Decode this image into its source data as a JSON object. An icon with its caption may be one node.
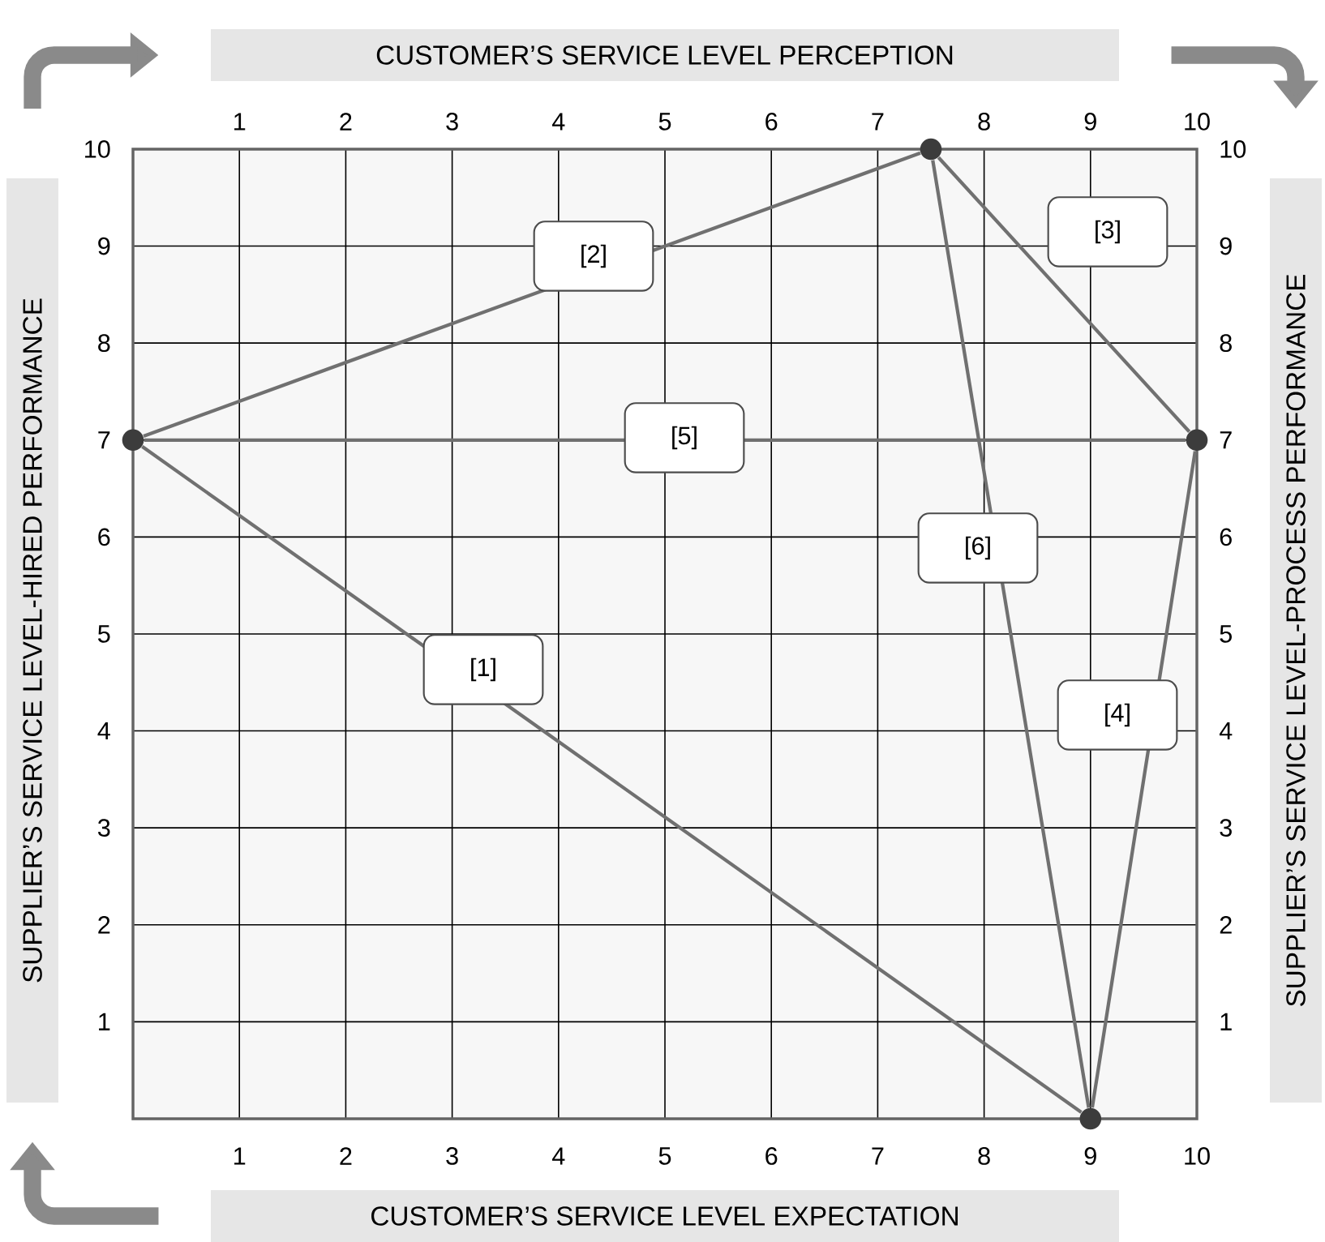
{
  "diagram": {
    "nodes": [
      {
        "text": [
          "CUSTOMER’S SERVICE LEVEL PERCEPTION"
        ]
      },
      {
        "text": [
          "SUPPLIER’S SERVICE LEVEL-HIRED PERFORMANCE"
        ]
      },
      {
        "text": [
          "SUPPLIER’S SERVICE LEVEL-PROCESS PERFORMANCE"
        ]
      },
      {
        "text": [
          "CUSTOMER’S SERVICE LEVEL EXPECTATION"
        ]
      },
      {
        "text": [],
        "shape": "circle"
      },
      {
        "text": [],
        "shape": "circle"
      },
      {
        "text": [],
        "shape": "circle"
      },
      {
        "text": [],
        "shape": "circle"
      }
    ],
    "edges": [
      {
        "from": 5,
        "to": 7,
        "arrow": "none",
        "label": "[1]"
      },
      {
        "from": 5,
        "to": 4,
        "arrow": "none",
        "label": "[2]"
      },
      {
        "from": 4,
        "to": 6,
        "arrow": "none",
        "label": "[3]"
      },
      {
        "from": 6,
        "to": 7,
        "arrow": "none",
        "label": "[4]"
      },
      {
        "from": 5,
        "to": 6,
        "arrow": "none",
        "label": "[5]"
      },
      {
        "from": 4,
        "to": 7,
        "arrow": "none",
        "label": "[6]"
      },
      {
        "from": 1,
        "to": 0,
        "arrow": "to",
        "style": "thick"
      },
      {
        "from": 0,
        "to": 2,
        "arrow": "to",
        "style": "thick"
      },
      {
        "from": 3,
        "to": 1,
        "arrow": "to",
        "style": "thick"
      }
    ],
    "labels": [
      "1",
      "2",
      "3",
      "4",
      "5",
      "6",
      "7",
      "8",
      "9",
      "10",
      "10",
      "9",
      "8",
      "7",
      "6",
      "5",
      "4",
      "3",
      "2",
      "1",
      "10",
      "9",
      "8",
      "7",
      "6",
      "5",
      "4",
      "3",
      "2",
      "1",
      "1",
      "2",
      "3",
      "4",
      "5",
      "6",
      "7",
      "8",
      "9",
      "10"
    ]
  }
}
